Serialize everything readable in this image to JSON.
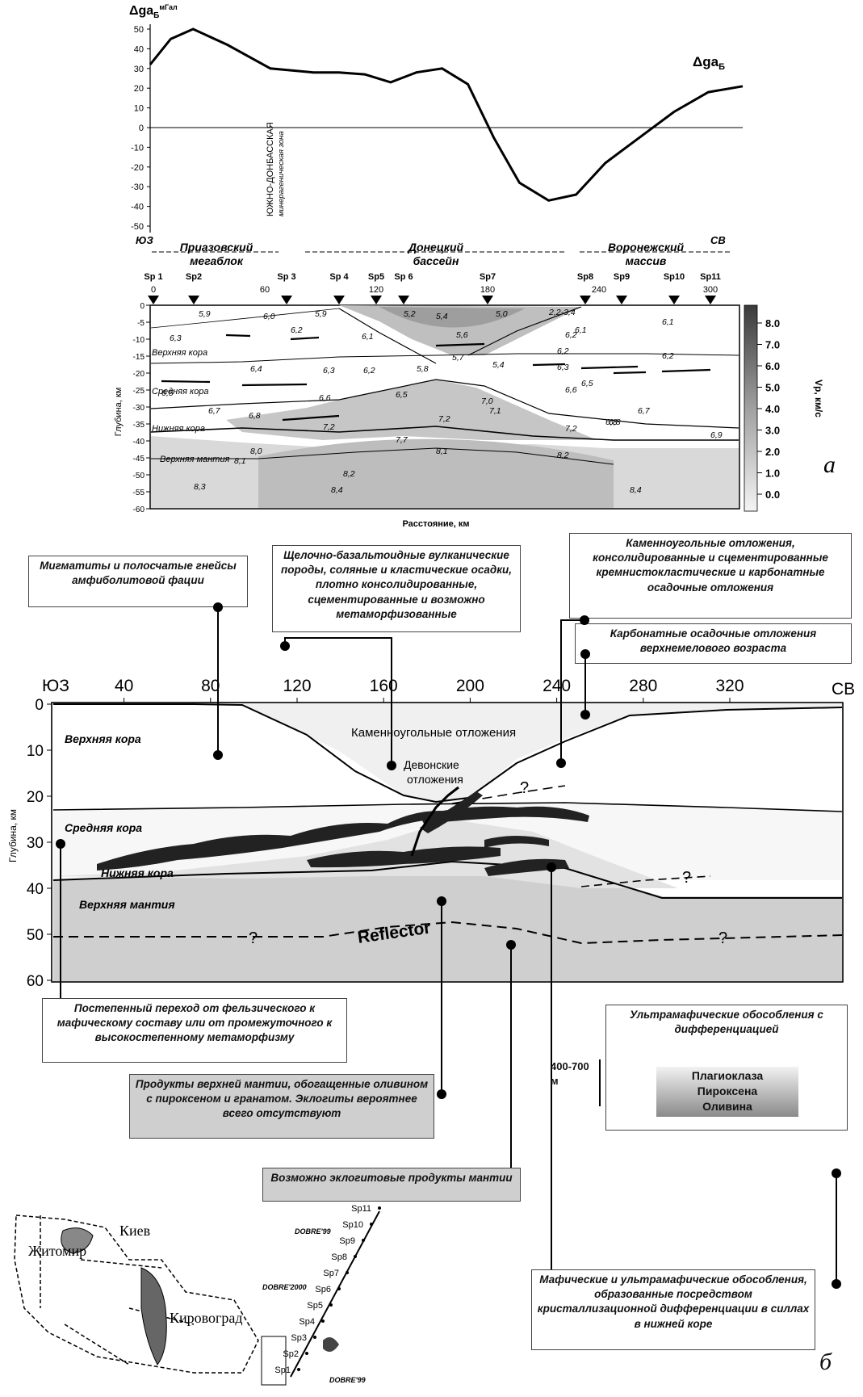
{
  "panel_a": {
    "gravity": {
      "unit_label": "Δga",
      "unit_sub": "Б",
      "unit_sup": "мГал",
      "curve_label": "Δga",
      "curve_sub": "Б",
      "y_ticks": [
        "50",
        "40",
        "30",
        "20",
        "10",
        "0",
        "-10",
        "-20",
        "-30",
        "-40",
        "-50"
      ],
      "zone_label_1": "ЮЖНО-ДОНБАССКАЯ",
      "zone_label_2": "минерагеническая зона",
      "curve": [
        [
          0,
          32
        ],
        [
          12,
          45
        ],
        [
          25,
          50
        ],
        [
          45,
          42
        ],
        [
          70,
          30
        ],
        [
          95,
          28
        ],
        [
          110,
          28
        ],
        [
          125,
          27
        ],
        [
          140,
          23
        ],
        [
          155,
          28
        ],
        [
          170,
          30
        ],
        [
          185,
          22
        ],
        [
          200,
          -5
        ],
        [
          215,
          -28
        ],
        [
          232,
          -37
        ],
        [
          248,
          -34
        ],
        [
          265,
          -18
        ],
        [
          285,
          -5
        ],
        [
          305,
          8
        ],
        [
          325,
          18
        ],
        [
          345,
          21
        ]
      ]
    },
    "regions": {
      "sw": "ЮЗ",
      "ne": "СВ",
      "r1a": "Приазовский",
      "r1b": "мегаблок",
      "r2a": "Донецкий",
      "r2b": "бассейн",
      "r3a": "Воронежский",
      "r3b": "массив"
    },
    "shotpoints": [
      "Sp 1",
      "Sp2",
      "Sp 3",
      "Sp 4",
      "Sp5",
      "Sp 6",
      "Sp7",
      "Sp8",
      "Sp9",
      "Sp10",
      "Sp11"
    ],
    "x_ticks": [
      "0",
      "60",
      "120",
      "180",
      "240",
      "300"
    ],
    "depth_ticks": [
      "0",
      "-5",
      "-10",
      "-15",
      "-20",
      "-25",
      "-30",
      "-35",
      "-40",
      "-45",
      "-50",
      "-55",
      "-60"
    ],
    "depth_axis_label": "Глубина, км",
    "distance_label": "Расстояние, км",
    "velocity_axis_label": "Vp, км/с",
    "velocity_ticks": [
      "8.0",
      "7.0",
      "6.0",
      "5.0",
      "4.0",
      "3.0",
      "2.0",
      "1.0",
      "0.0"
    ],
    "layer_labels": [
      "Верхняя кора",
      "Средняя кора",
      "Нижняя кора",
      "Верхняя мантия"
    ],
    "velocities": [
      "5,9",
      "6,0",
      "5,9",
      "5,2",
      "5,4",
      "5,0",
      "2,2-3,4",
      "6,1",
      "6,3",
      "6,2",
      "6,1",
      "5,6",
      "6,2",
      "6,1",
      "5,7",
      "6,2",
      "6,4",
      "6,3",
      "6,2",
      "5,8",
      "5,4",
      "6,3",
      "6,2",
      "6,5",
      "6,5",
      "6,6",
      "6,5",
      "6,6",
      "6,7",
      "6,8",
      "7,0",
      "6,8",
      "6,7",
      "7,2",
      "7,2",
      "7,1",
      "7,2",
      "6,8",
      "8,0",
      "7,7",
      "6,9",
      "8,1",
      "8,2",
      "8,1",
      "8,2",
      "8,3",
      "8,4",
      "8,4"
    ],
    "panel_letter": "а"
  },
  "callouts_top": {
    "c1": "Мигматиты и полосчатые гнейсы амфиболитовой фации",
    "c2": "Щелочно-базальтоидные вулканические породы, соляные и кластические осадки, плотно консолидированные, сцементированные и возможно метаморфизованные",
    "c3": "Каменноугольные отложения, консолидированные и сцементированные кремнистокластические и карбонатные осадочные отложения",
    "c4": "Карбонатные осадочные отложения верхнемелового возраста"
  },
  "panel_b": {
    "sw": "ЮЗ",
    "ne": "СВ",
    "x_ticks": [
      "40",
      "80",
      "120",
      "160",
      "200",
      "240",
      "280",
      "320"
    ],
    "depth_ticks": [
      "0",
      "10",
      "20",
      "30",
      "40",
      "50",
      "60"
    ],
    "depth_axis_label": "Глубина, км",
    "labels": {
      "upper_crust": "Верхняя кора",
      "middle_crust": "Средняя кора",
      "lower_crust": "Нижняя кора",
      "upper_mantle": "Верхняя мантия",
      "carboniferous": "Каменноугольные отложения",
      "devonian_1": "Девонские",
      "devonian_2": "отложения",
      "reflector": "Reflector",
      "q": "?"
    }
  },
  "callouts_bottom": {
    "c5": "Постепенный переход от фельзического к мафическому составу или от промежуточного к высокостепенному метаморфизму",
    "c6": "Продукты верхней мантии, обогащенные оливином с пироксеном и гранатом. Эклогиты вероятнее всего отсутствуют",
    "c7": "Возможно эклогитовые продукты мантии",
    "c8": "Мафические и ультрамафические обособления, образованные посредством кристаллизационной дифференциации в силлах в нижней коре",
    "c9_title": "Ультрамафические обособления с дифференциацией",
    "c9_range": "400-700 м",
    "c9_layers": [
      "Плагиоклаза",
      "Пироксена",
      "Оливина"
    ]
  },
  "map": {
    "cities": [
      "Житомир",
      "Киев",
      "Кировоград"
    ],
    "sp_labels": [
      "Sp11",
      "Sp10",
      "Sp9",
      "Sp8",
      "Sp7",
      "Sp6",
      "Sp5",
      "Sp4",
      "Sp3",
      "Sp2",
      "Sp1"
    ],
    "profile_labels": [
      "DOBRE'99",
      "DOBRE'2000",
      "DOBRE'99"
    ]
  },
  "panel_letter_b": "б"
}
